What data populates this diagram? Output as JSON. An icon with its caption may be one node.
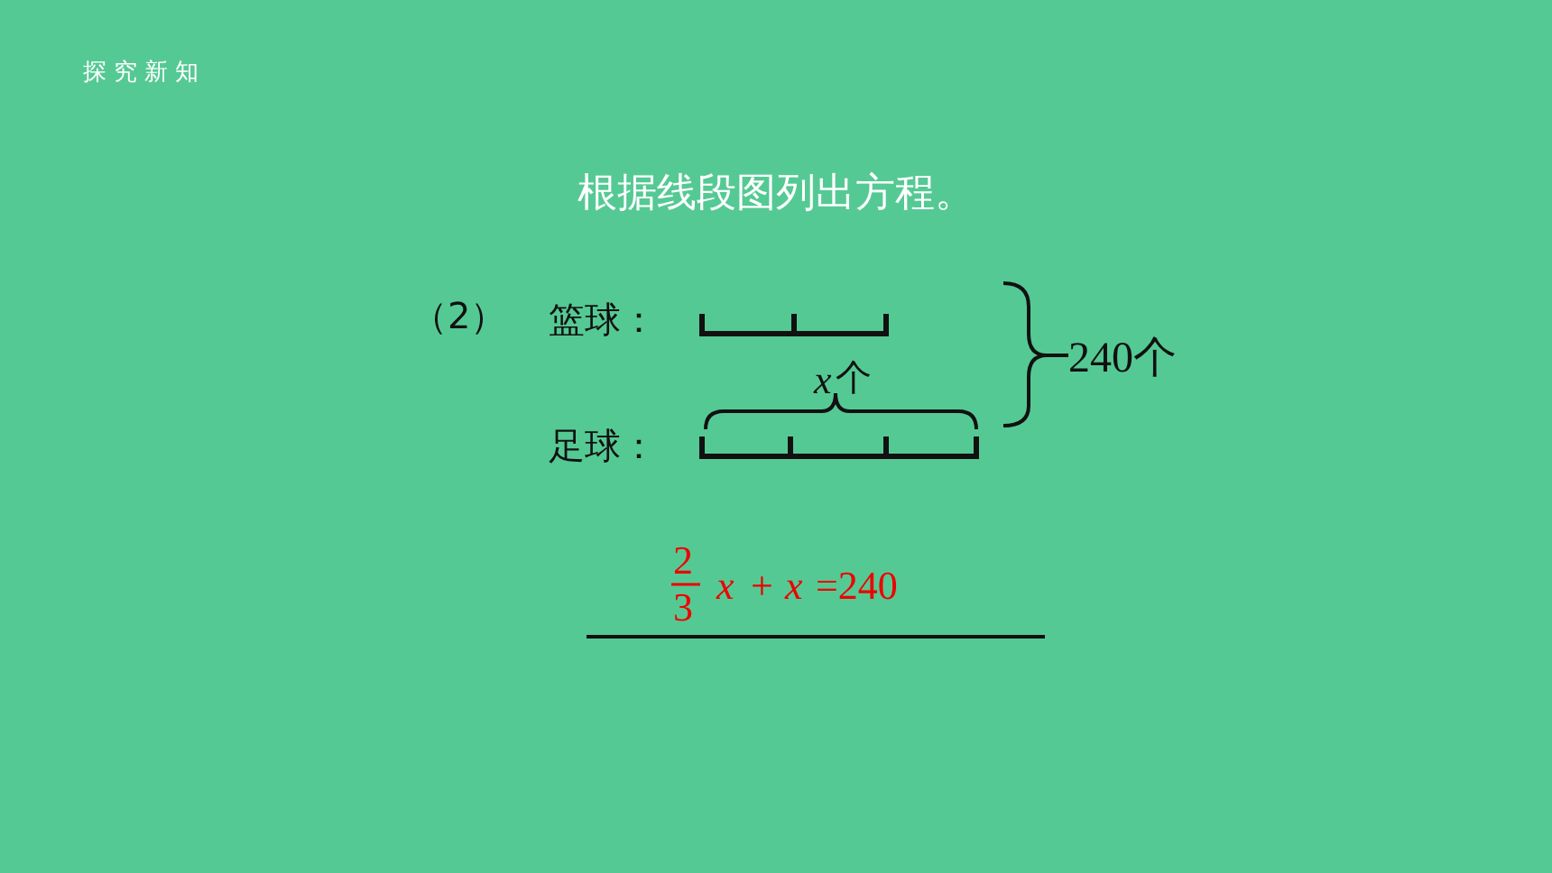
{
  "diagram": {
    "title": "根据线段图列出方程。",
    "labels": [
      "探究新知",
      "（2）",
      "篮球：",
      "x",
      "个",
      "240个",
      "足球：",
      "2",
      "3",
      "x",
      "+",
      "x",
      "=240"
    ]
  }
}
